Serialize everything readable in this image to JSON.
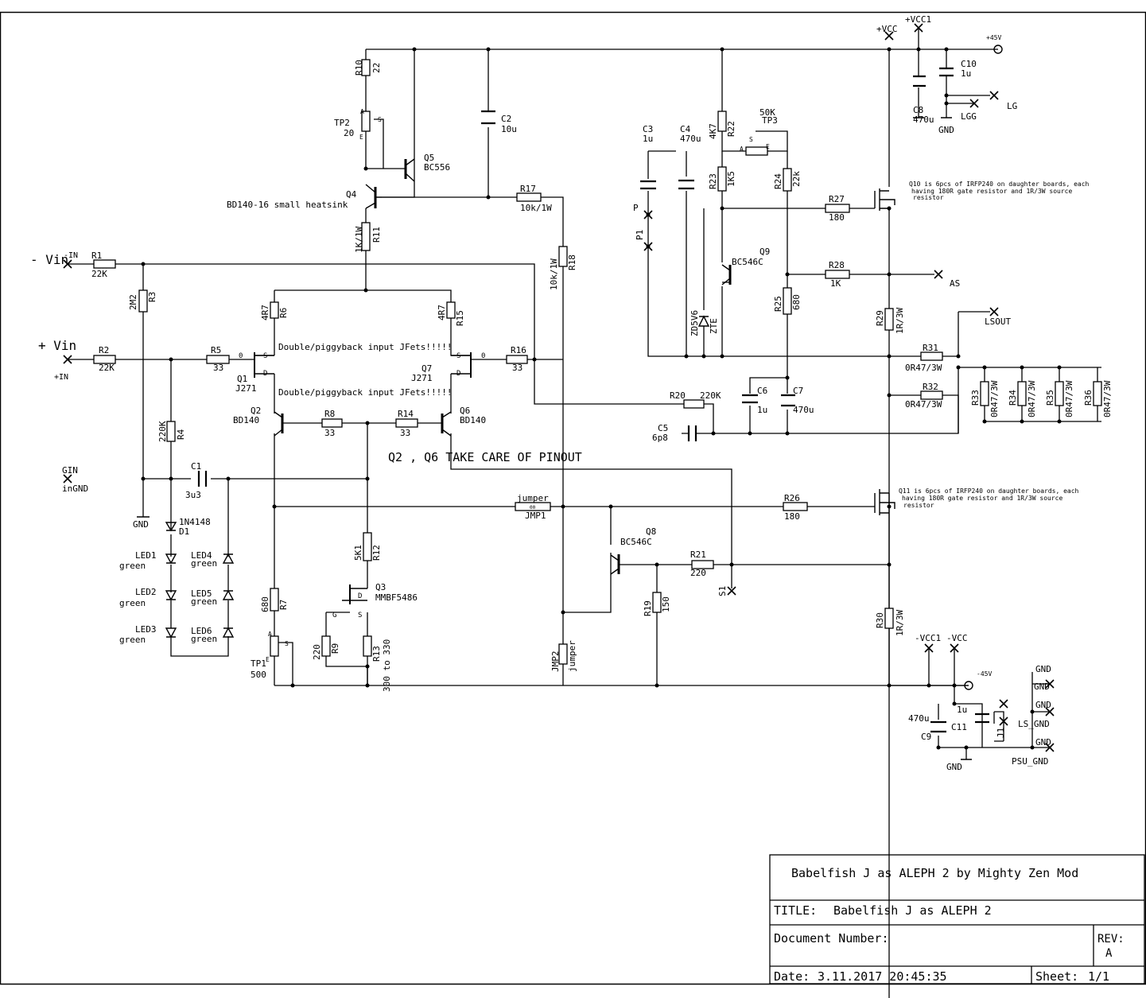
{
  "title_block": {
    "heading": "Babelfish J as ALEPH 2  by Mighty Zen Mod",
    "title_label": "TITLE:",
    "title_value": "Babelfish J as ALEPH 2",
    "docnum_label": "Document Number:",
    "rev_label": "REV:",
    "rev_value": "A",
    "date_label": "Date:",
    "date_value": "3.11.2017 20:45:35",
    "sheet_label": "Sheet:",
    "sheet_value": "1/1"
  },
  "annotations": {
    "jfet_note_top": "Double/piggyback input JFets!!!!!",
    "jfet_note_bottom": "Double/piggyback input JFets!!!!!",
    "pinout_warning": "Q2 , Q6 TAKE CARE OF PINOUT",
    "q10_note_1": "Q10 is 6pcs of IRFP240 on daughter boards, each",
    "q10_note_2": "having 180R gate resistor and 1R/3W source",
    "q10_note_3": "resistor",
    "q11_note_1": "Q11 is 6pcs of IRFP240 on daughter boards, each",
    "q11_note_2": "having 180R gate resistor and 1R/3W source",
    "q11_note_3": "resistor",
    "q4_note": "BD140-16 small heatsink"
  },
  "ports": {
    "minus_vin": "- Vin",
    "minus_in": "-IN",
    "plus_vin": "+ Vin",
    "plus_in": "+IN",
    "gin": "GIN",
    "ingnd": "inGND",
    "gnd": "GND",
    "vcc": "+VCC",
    "vcc1": "+VCC1",
    "plus45": "+45V",
    "minus45": "-45V",
    "lg": "LG",
    "lgg": "LGG",
    "as": "AS",
    "lsout": "LSOUT",
    "mvcc1": "-VCC1",
    "mvcc": "-VCC",
    "ls_gnd": "LS_GND",
    "psu_gnd": "PSU_GND",
    "p": "P",
    "p1": "P1",
    "s1": "S1",
    "j1": "J1"
  },
  "components": {
    "r1": [
      "R1",
      "22K"
    ],
    "r2": [
      "R2",
      "22K"
    ],
    "r3": [
      "R3",
      "2M2"
    ],
    "r4": [
      "R4",
      "220K"
    ],
    "r5": [
      "R5",
      "33"
    ],
    "r6": [
      "R6",
      "4R7"
    ],
    "r7": [
      "R7",
      "680"
    ],
    "r8": [
      "R8",
      "33"
    ],
    "r9": [
      "R9",
      "220"
    ],
    "r10": [
      "R10",
      "22"
    ],
    "r11": [
      "R11",
      "1K/1W"
    ],
    "r12": [
      "R12",
      "5K1"
    ],
    "r13": [
      "R13",
      "300 to 330"
    ],
    "r14": [
      "R14",
      "33"
    ],
    "r15": [
      "R15",
      "4R7"
    ],
    "r16": [
      "R16",
      "33"
    ],
    "r17": [
      "R17",
      "10k/1W"
    ],
    "r18": [
      "R18",
      "10k/1W"
    ],
    "r19": [
      "R19",
      "150"
    ],
    "r20": [
      "R20",
      "220K"
    ],
    "r21": [
      "R21",
      "220"
    ],
    "r22": [
      "R22",
      "4K7"
    ],
    "r23": [
      "R23",
      "1K5"
    ],
    "r24": [
      "R24",
      "22k"
    ],
    "r25": [
      "R25",
      "680"
    ],
    "r26": [
      "R26",
      "180"
    ],
    "r27": [
      "R27",
      "180"
    ],
    "r28": [
      "R28",
      "1K"
    ],
    "r29": [
      "R29",
      "1R/3W"
    ],
    "r30": [
      "R30",
      "1R/3W"
    ],
    "r31": [
      "R31",
      "0R47/3W"
    ],
    "r32": [
      "R32",
      "0R47/3W"
    ],
    "r33": [
      "R33",
      "0R47/3W"
    ],
    "r34": [
      "R34",
      "0R47/3W"
    ],
    "r35": [
      "R35",
      "0R47/3W"
    ],
    "r36": [
      "R36",
      "0R47/3W"
    ],
    "c1": [
      "C1",
      "3u3"
    ],
    "c2": [
      "C2",
      "10u"
    ],
    "c3": [
      "C3",
      "1u"
    ],
    "c4": [
      "C4",
      "470u"
    ],
    "c5": [
      "C5",
      "6p8"
    ],
    "c6": [
      "C6",
      "1u"
    ],
    "c7": [
      "C7",
      "470u"
    ],
    "c8": [
      "C8",
      "470u"
    ],
    "c9": [
      "C9",
      "470u"
    ],
    "c10": [
      "C10",
      "1u"
    ],
    "c11": [
      "C11",
      "1u"
    ],
    "q1": [
      "Q1",
      "J271"
    ],
    "q2": [
      "Q2",
      "BD140"
    ],
    "q3": [
      "Q3",
      "MMBF5486"
    ],
    "q4": [
      "Q4",
      ""
    ],
    "q5": [
      "Q5",
      "BC556"
    ],
    "q6": [
      "Q6",
      "BD140"
    ],
    "q7": [
      "Q7",
      "J271"
    ],
    "q8": [
      "Q8",
      "BC546C"
    ],
    "q9": [
      "Q9",
      "BC546C"
    ],
    "tp1": [
      "TP1",
      "500"
    ],
    "tp2": [
      "TP2",
      "20"
    ],
    "tp3": [
      "TP3",
      "50K"
    ],
    "d1": [
      "D1",
      "1N4148"
    ],
    "z1": [
      "ZTE",
      "ZD5V6"
    ],
    "jmp1": [
      "JMP1",
      "jumper"
    ],
    "jmp2": [
      "JMP2",
      "jumper"
    ],
    "led1": [
      "LED1",
      "green"
    ],
    "led2": [
      "LED2",
      "green"
    ],
    "led3": [
      "LED3",
      "green"
    ],
    "led4": [
      "LED4",
      "green"
    ],
    "led5": [
      "LED5",
      "green"
    ],
    "led6": [
      "LED6",
      "green"
    ]
  },
  "pins": {
    "s": "S",
    "d": "D",
    "g": "G",
    "a": "A",
    "e": "E",
    "zero": "0",
    "gain": "00"
  }
}
